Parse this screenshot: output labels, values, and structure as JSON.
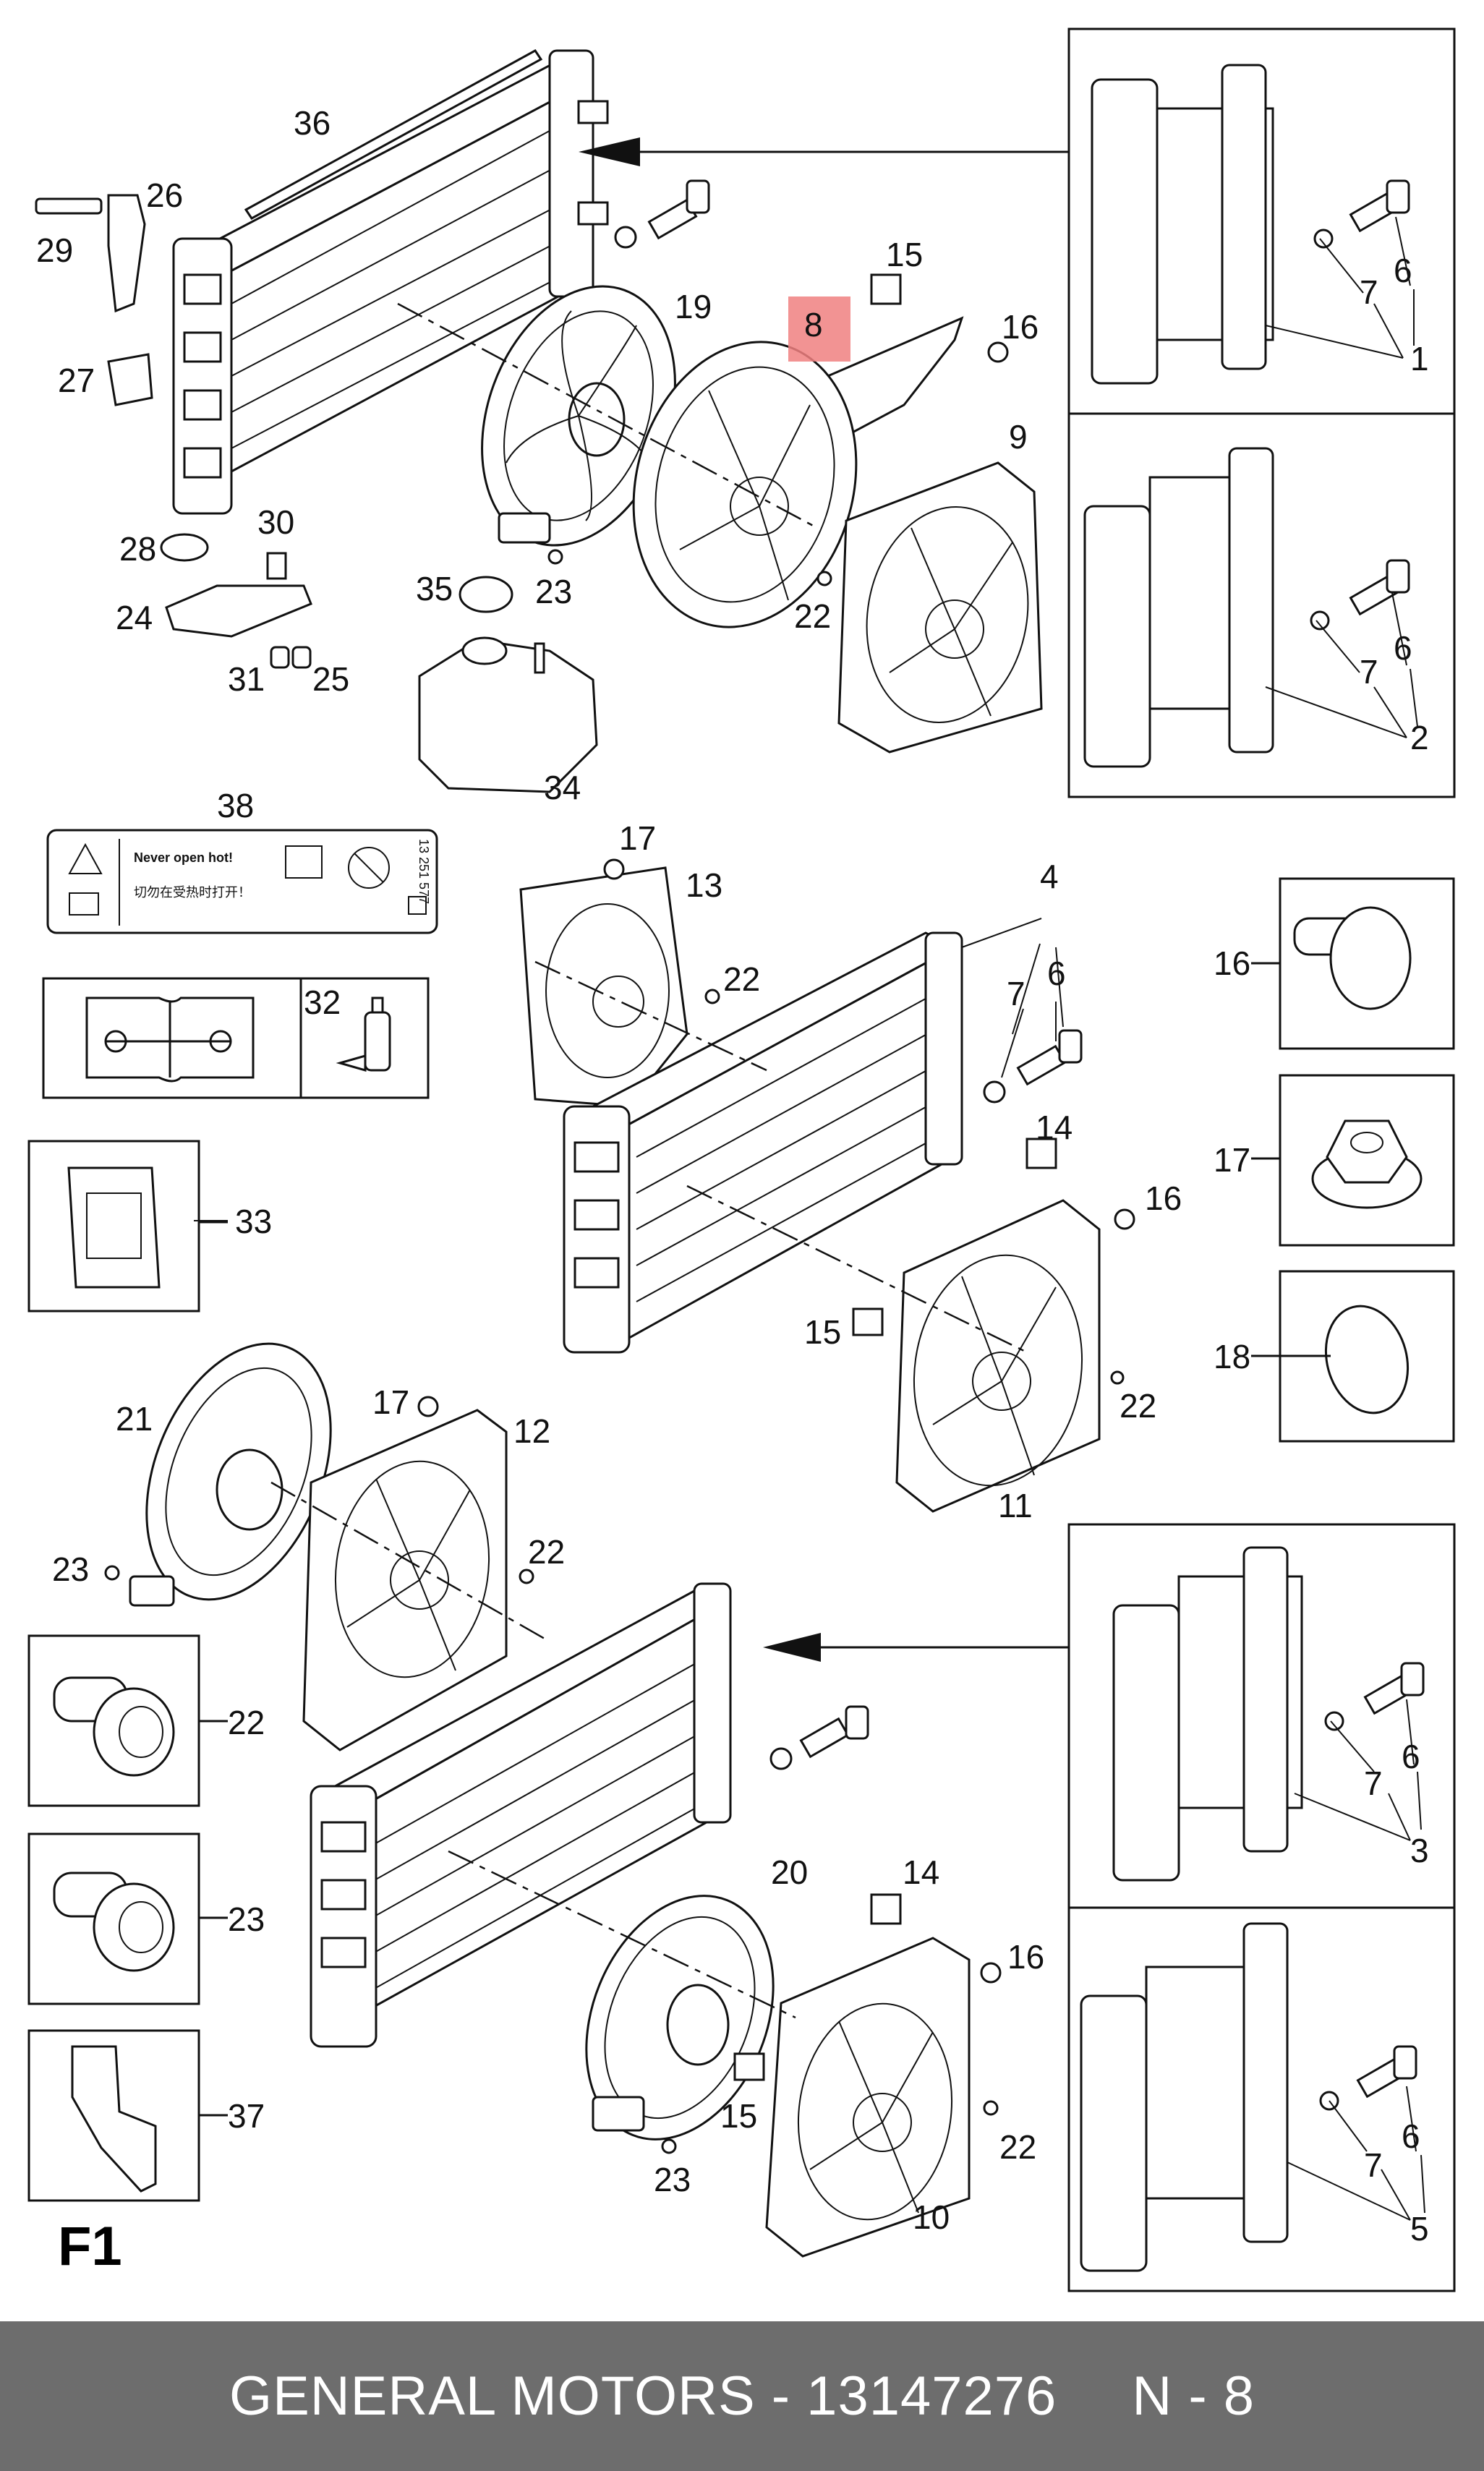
{
  "diagram": {
    "callout_labels": {
      "c1": "1",
      "c2": "2",
      "c3": "3",
      "c4": "4",
      "c5": "5",
      "c6": "6",
      "c7": "7",
      "c8": "8",
      "c9": "9",
      "c10": "10",
      "c11": "11",
      "c12": "12",
      "c13": "13",
      "c14": "14",
      "c15": "15",
      "c16": "16",
      "c17": "17",
      "c18": "18",
      "c19": "19",
      "c20": "20",
      "c21": "21",
      "c22": "22",
      "c23": "23",
      "c24": "24",
      "c25": "25",
      "c26": "26",
      "c27": "27",
      "c28": "28",
      "c29": "29",
      "c30": "30",
      "c31": "31",
      "c32": "32",
      "c33": "33",
      "c34": "34",
      "c35": "35",
      "c36": "36",
      "c37": "37",
      "c38": "38"
    },
    "highlight_color": "#f08080",
    "section_mark": "F1",
    "warning_label": {
      "text_en": "Never open hot!",
      "text_cn": "切勿在受热时打开！",
      "code": "13 251 577"
    }
  },
  "footer": {
    "text": "GENERAL MOTORS - 13147276",
    "part_note": "N - 8",
    "background": "#6d6d6d"
  }
}
